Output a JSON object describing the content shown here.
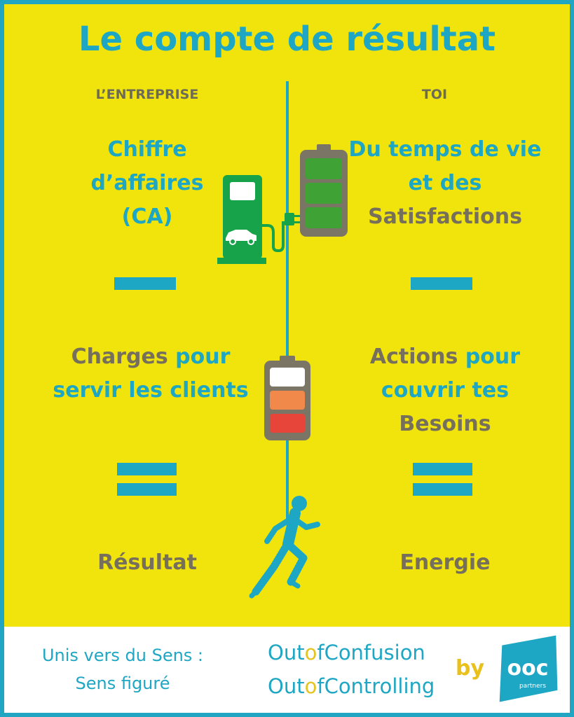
{
  "title": "Le compte de résultat",
  "left": {
    "header": "L’ENTREPRISE",
    "top_lines": [
      "Chiffre",
      "d’affaires",
      "(CA)"
    ],
    "middle_a": "Charges",
    "middle_b": " pour",
    "middle_c": "servir les clients",
    "result": "Résultat"
  },
  "right": {
    "header": "TOI",
    "top_a": "Du temps de vie",
    "top_b": "et des",
    "top_c": "Satisfactions",
    "middle_a": "Actions",
    "middle_b": " pour",
    "middle_c": "couvrir tes",
    "middle_d": "Besoins",
    "result": "Energie"
  },
  "footer": {
    "line1": "Unis vers du Sens :",
    "line2": "Sens figuré",
    "brand1": {
      "a": "O",
      "b": "ut",
      "c": "o",
      "d": "f",
      "e": "C",
      "f": "onfusion"
    },
    "brand2": {
      "a": "O",
      "b": "ut",
      "c": "o",
      "d": "f",
      "e": "C",
      "f": "ontrolling"
    },
    "by": "by",
    "logo_text": "ooc",
    "logo_sub": "partners"
  },
  "colors": {
    "background": "#f0e40c",
    "accent_blue": "#1ea7c4",
    "text_gray": "#756f5c",
    "pump_green": "#16a34a",
    "battery_green": "#3ea235",
    "battery_orange": "#f0894a",
    "battery_red": "#e8453a"
  },
  "icons": [
    "fuel-pump-icon",
    "full-battery-icon",
    "low-battery-icon",
    "runner-icon",
    "plug-icon"
  ]
}
